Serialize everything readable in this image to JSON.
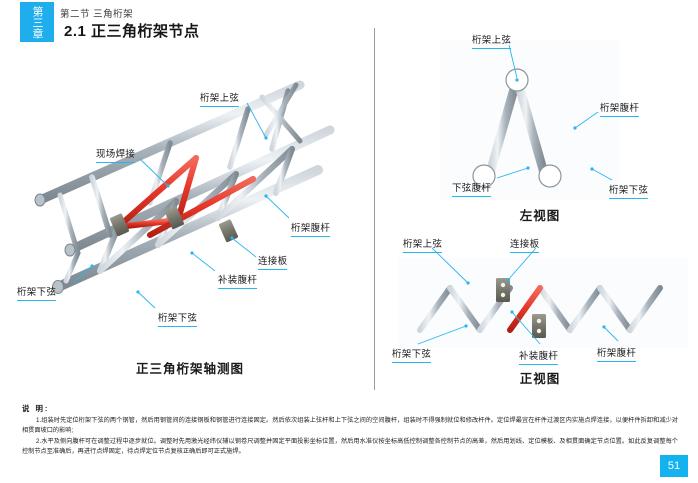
{
  "header": {
    "chapter_badge": "第三章",
    "kicker": "第二节  三角桁架",
    "title": "2.1 正三角桁架节点"
  },
  "figures": {
    "isometric": {
      "caption": "正三角桁架轴测图",
      "labels": {
        "top_chord": "桁架上弦",
        "field_weld": "现场焊接",
        "web_member": "桁架腹杆",
        "gusset_plate": "连接板",
        "added_web": "补装腹杆",
        "bottom_chord_left": "桁架下弦",
        "bottom_chord_bottom": "桁架下弦"
      }
    },
    "left_view": {
      "caption": "左视图",
      "labels": {
        "top_chord": "桁架上弦",
        "web_member": "桁架腹杆",
        "bottom_web": "下弦腹杆",
        "bottom_chord": "桁架下弦"
      }
    },
    "front_view": {
      "caption": "正视图",
      "labels": {
        "top_chord": "桁架上弦",
        "gusset_plate": "连接板",
        "bottom_chord": "桁架下弦",
        "added_web": "补装腹杆",
        "web_member": "桁架腹杆"
      }
    }
  },
  "notes": {
    "title": "说 明:",
    "items": [
      "1.组装时先定位桁架下弦的两个钢管，然后用钢管间的连接钢板和钢管进行连接固定。然后依次组装上弦杆和上下弦之间的空间腹杆，组装时不得强制就位和修改杆件。定位焊最宜在杆件过渡区内实施点焊连接，以便杆件拆卸和减少对相贯面坡口的影响;",
      "2.水平及侧向腹杆可在调整过程中逐步就位。调整时先用激光经纬仪辅以钢卷尺调整并固定平面投影坐标位置，然后用水准仪按坐标高低控制调整各控制节点的高差，然后用划线、定位模板、及相贯面确定节点位置。如此反复调整每个控制节点至准确后，再进行点焊固定，待点焊定位节点复核正确后即可正式施焊。"
    ]
  },
  "page_number": "51",
  "colors": {
    "accent": "#1eaeed",
    "leader": "#29b6f0",
    "steel": "#aab4bd",
    "red_member": "#e8392b",
    "plate": "#7d7d74"
  }
}
